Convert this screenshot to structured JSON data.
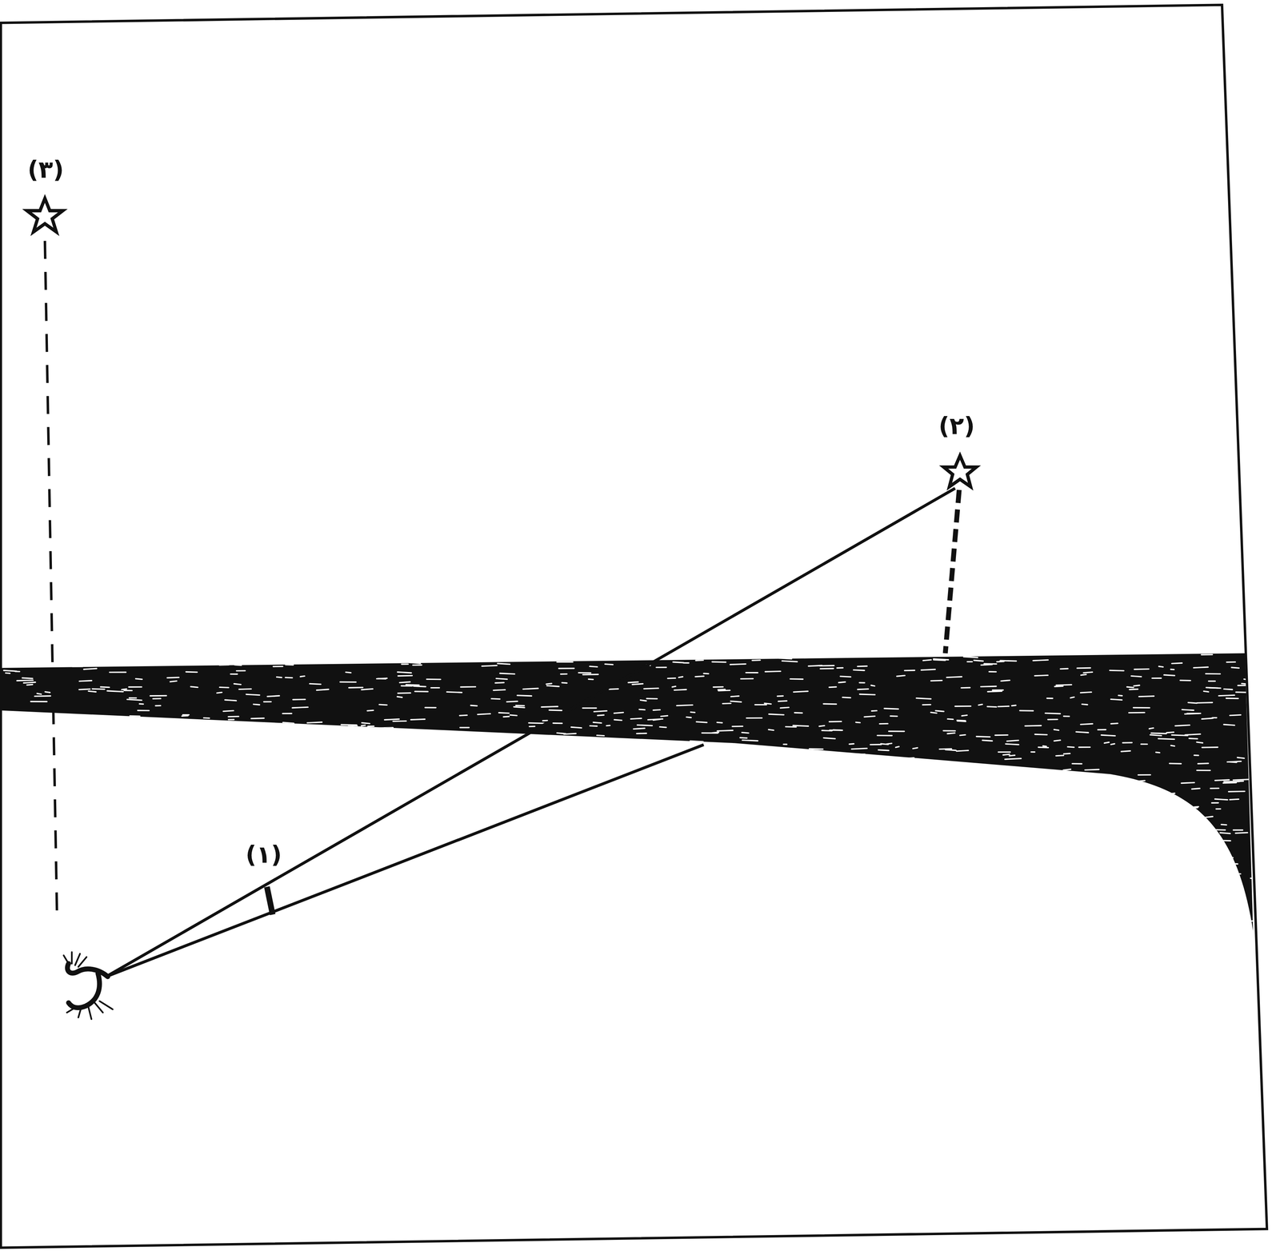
{
  "diagram": {
    "labels": [
      "(٣)",
      "(٢)",
      "(١)"
    ]
  }
}
